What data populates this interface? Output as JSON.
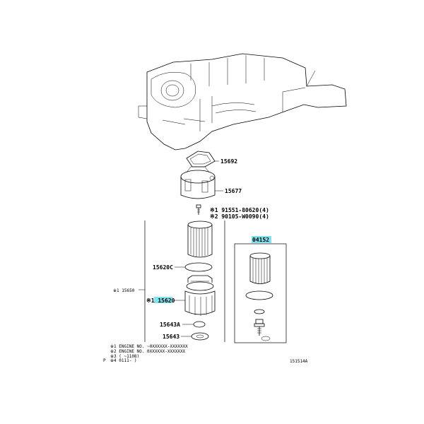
{
  "parts": {
    "gasket": "15692",
    "housing": "15677",
    "bolt_a": "※1 91551-80620(4)",
    "bolt_b": "※2 90105-W0090(4)",
    "kit": "04152",
    "o_ring": "15620C",
    "assembly_ref": "※1 15650",
    "cap": "※1 15620",
    "plug": "15643A",
    "washer": "15643"
  },
  "notes": {
    "line1": "※1 ENGINE NO. ~0XXXXXX-XXXXXXX",
    "line2": "※2 ENGINE NO. 0XXXXXX-XXXXXXX",
    "line3": "※3 (     ~1108)",
    "line4": "※4 0111-     )"
  },
  "page_ref": "P",
  "diagram_id": "151514A",
  "colors": {
    "highlight": "#7fe3ef",
    "line": "#000000"
  }
}
